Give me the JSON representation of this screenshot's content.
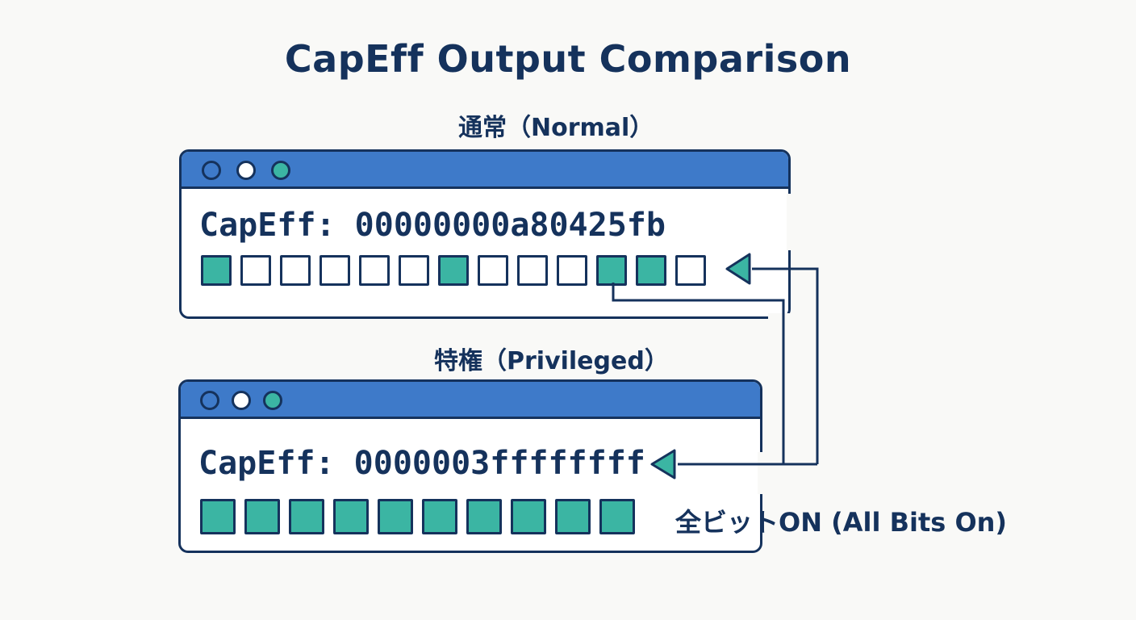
{
  "title": "CapEff Output Comparison",
  "normal": {
    "label": "通常（Normal）",
    "capeff": "CapEff: 00000000a80425fb",
    "bits": [
      true,
      false,
      false,
      false,
      false,
      false,
      true,
      false,
      false,
      false,
      true,
      true,
      false
    ]
  },
  "privileged": {
    "label": "特権（Privileged）",
    "capeff": "CapEff: 0000003ffffffff",
    "bits": [
      true,
      true,
      true,
      true,
      true,
      true,
      true,
      true,
      true,
      true
    ]
  },
  "note": "全ビットON (All Bits On)",
  "colors": {
    "navy": "#15325c",
    "titlebar_blue": "#3e7ac9",
    "bit_on": "#3bb5a3",
    "bit_off": "#ffffff"
  }
}
